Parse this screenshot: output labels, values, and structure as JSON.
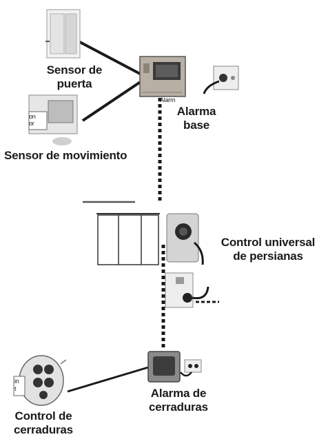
{
  "labels": {
    "door_sensor": "Sensor de\npuerta",
    "base_alarm": "Alarma\nbase",
    "motion_sensor": "Sensor de movimiento",
    "shutter_control": "Control universal\nde persianas",
    "lock_alarm": "Alarma de\ncerraduras",
    "lock_control": "Control de\ncerraduras"
  },
  "device_fragments": {
    "motion_sensor_text": "on\nor",
    "remote_text": "in\nt",
    "base_text": "Alarm"
  },
  "colors": {
    "line": "#1a1a1a",
    "device_gray": "#9a9a9a",
    "device_light": "#dcdcdc",
    "alarm_body": "#b8b0a4"
  },
  "icons": [
    "door-sensor-icon",
    "base-alarm-icon",
    "wall-outlet-icon",
    "motion-sensor-icon",
    "window-icon",
    "shutter-control-icon",
    "wall-plug-icon",
    "lock-alarm-icon",
    "remote-control-icon"
  ]
}
